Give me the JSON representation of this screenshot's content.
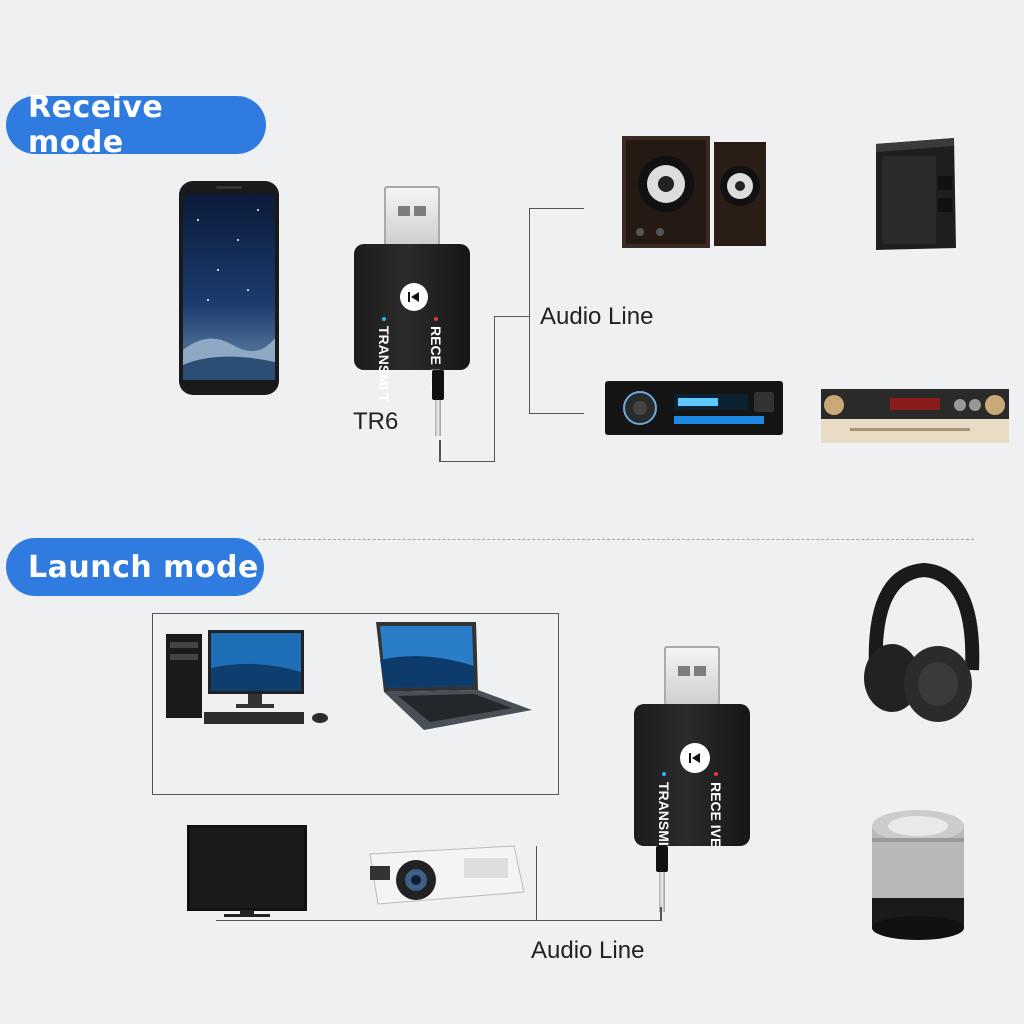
{
  "receive_mode": {
    "title": "Receive mode",
    "device_label": "TR6",
    "audio_line": "Audio Line"
  },
  "launch_mode": {
    "title": "Launch mode",
    "audio_line": "Audio Line"
  },
  "dongle": {
    "receive_text": "RECE IVE",
    "transmit_text": "TRANSMI T"
  },
  "colors": {
    "accent": "#2f7be0",
    "background": "#eef0f1",
    "receive_led": "#e53935",
    "transmit_led": "#29b6f6"
  }
}
